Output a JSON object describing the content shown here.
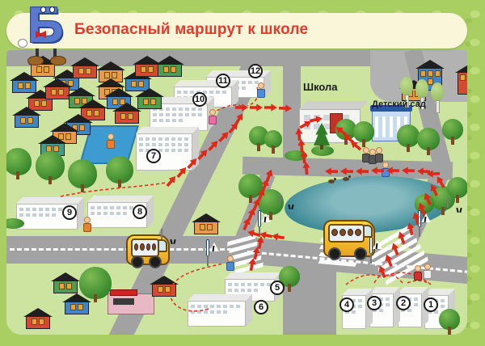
{
  "header": {
    "mascot_letter": "Б",
    "title": "Безопасный маршрут к школе"
  },
  "labels": {
    "school": "Школа",
    "kindergarten": "Детский сад"
  },
  "palette": {
    "page_green": "#a9cf63",
    "banner_cream": "#faf6da",
    "title_red": "#e23b2e",
    "map_green": "#cde4a0",
    "road_gray": "#a2a2a2",
    "route_red": "#e02818",
    "pond_teal": "#3f8b97",
    "sign_red": "#d42222",
    "sign_blue": "#1a4fa8",
    "bus_yellow": "#f0b429"
  },
  "map": {
    "badges": [
      [
        "1",
        525,
        315
      ],
      [
        "2",
        491,
        313
      ],
      [
        "3",
        455,
        313
      ],
      [
        "4",
        421,
        315
      ],
      [
        "5",
        335,
        294
      ],
      [
        "6",
        315,
        318
      ],
      [
        "7",
        182,
        131
      ],
      [
        "8",
        165,
        200
      ],
      [
        "9",
        78,
        201
      ],
      [
        "10",
        239,
        61
      ],
      [
        "11",
        268,
        38
      ],
      [
        "12",
        308,
        26
      ]
    ],
    "apartments": [
      [
        247,
        33,
        72,
        26
      ],
      [
        207,
        45,
        72,
        26
      ],
      [
        177,
        66,
        72,
        34
      ],
      [
        160,
        103,
        70,
        46
      ],
      [
        100,
        188,
        74,
        32
      ],
      [
        12,
        190,
        76,
        32
      ],
      [
        270,
        283,
        62,
        28
      ],
      [
        224,
        310,
        72,
        32
      ],
      [
        517,
        303,
        30,
        42
      ],
      [
        484,
        301,
        30,
        42
      ],
      [
        449,
        301,
        30,
        42
      ],
      [
        415,
        303,
        30,
        42
      ]
    ],
    "houses": [
      [
        30,
        18,
        "o"
      ],
      [
        7,
        38,
        "b"
      ],
      [
        27,
        60,
        "r"
      ],
      [
        10,
        81,
        "b"
      ],
      [
        60,
        35,
        "b"
      ],
      [
        48,
        46,
        "r"
      ],
      [
        82,
        20,
        "r"
      ],
      [
        114,
        25,
        "o"
      ],
      [
        77,
        57,
        "g"
      ],
      [
        92,
        72,
        "r"
      ],
      [
        74,
        90,
        "b"
      ],
      [
        57,
        101,
        "o"
      ],
      [
        42,
        116,
        "t"
      ],
      [
        114,
        46,
        "o"
      ],
      [
        124,
        58,
        "b"
      ],
      [
        134,
        76,
        "r"
      ],
      [
        147,
        36,
        "b"
      ],
      [
        159,
        18,
        "r"
      ],
      [
        187,
        18,
        "g"
      ],
      [
        162,
        58,
        "g"
      ],
      [
        509,
        23,
        "b",
        "two"
      ],
      [
        558,
        28,
        "r",
        "two"
      ],
      [
        489,
        48,
        "o"
      ],
      [
        58,
        286,
        "g"
      ],
      [
        72,
        312,
        "b"
      ],
      [
        24,
        330,
        "r"
      ],
      [
        180,
        290,
        "r"
      ],
      [
        232,
        213,
        "o"
      ]
    ],
    "trees": [
      [
        14,
        138,
        34
      ],
      [
        54,
        143,
        36
      ],
      [
        94,
        153,
        36
      ],
      [
        140,
        148,
        34
      ],
      [
        302,
        168,
        30
      ],
      [
        327,
        188,
        32
      ],
      [
        312,
        106,
        24
      ],
      [
        330,
        110,
        22
      ],
      [
        420,
        98,
        26
      ],
      [
        442,
        101,
        26
      ],
      [
        497,
        106,
        28
      ],
      [
        522,
        110,
        28
      ],
      [
        552,
        98,
        26
      ],
      [
        540,
        183,
        30
      ],
      [
        558,
        170,
        26
      ],
      [
        517,
        190,
        24
      ],
      [
        350,
        280,
        26
      ],
      [
        548,
        333,
        26
      ],
      [
        110,
        288,
        40
      ],
      [
        4,
        218,
        0,
        "bush"
      ],
      [
        387,
        128,
        0,
        "bush"
      ],
      [
        354,
        134,
        0,
        "bush"
      ],
      [
        497,
        43,
        0,
        "birch"
      ],
      [
        516,
        46,
        0,
        "birch"
      ],
      [
        535,
        50,
        0,
        "birch"
      ],
      [
        390,
        100,
        0,
        "fir"
      ]
    ],
    "zebras": [
      [
        278,
        232,
        36,
        46,
        -15,
        5
      ],
      [
        388,
        234,
        46,
        26,
        5,
        4
      ],
      [
        456,
        228,
        60,
        58,
        -30,
        6
      ]
    ],
    "signs": [
      [
        "warn",
        192,
        221
      ],
      [
        "warn",
        338,
        178
      ],
      [
        "warn",
        546,
        182
      ],
      [
        "ped",
        248,
        236
      ],
      [
        "ped",
        312,
        200
      ],
      [
        "ped",
        450,
        233
      ],
      [
        "ped",
        510,
        200
      ]
    ],
    "buses": [
      [
        148,
        228,
        54,
        38
      ],
      [
        392,
        210,
        64,
        46
      ]
    ],
    "figures": [
      [
        250,
        73,
        "p"
      ],
      [
        310,
        40,
        "lb"
      ],
      [
        95,
        206,
        "o"
      ],
      [
        272,
        254,
        "lb"
      ],
      [
        464,
        138,
        "lb"
      ],
      [
        504,
        266,
        "r"
      ],
      [
        516,
        264,
        "w"
      ],
      [
        440,
        120,
        "m"
      ],
      [
        448,
        122,
        "m"
      ],
      [
        456,
        120,
        "m"
      ],
      [
        124,
        103,
        "o"
      ]
    ],
    "ducks": [
      [
        398,
        160
      ],
      [
        416,
        157
      ]
    ],
    "arrows": [
      [
        291,
        71,
        0
      ],
      [
        309,
        71,
        0
      ],
      [
        327,
        71,
        0
      ],
      [
        345,
        72,
        2
      ],
      [
        204,
        162,
        -50
      ],
      [
        217,
        151,
        -49
      ],
      [
        230,
        140,
        -48
      ],
      [
        243,
        129,
        -47
      ],
      [
        256,
        118,
        -46
      ],
      [
        269,
        107,
        -46
      ],
      [
        281,
        96,
        -50
      ],
      [
        288,
        85,
        -58
      ],
      [
        371,
        146,
        -95
      ],
      [
        368,
        132,
        -95
      ],
      [
        365,
        118,
        -95
      ],
      [
        362,
        104,
        -95
      ],
      [
        370,
        92,
        -30
      ],
      [
        383,
        86,
        -12
      ],
      [
        432,
        118,
        -140
      ],
      [
        423,
        109,
        -140
      ],
      [
        414,
        100,
        -142
      ],
      [
        516,
        150,
        183
      ],
      [
        497,
        149,
        182
      ],
      [
        478,
        149,
        181
      ],
      [
        459,
        149,
        181
      ],
      [
        440,
        150,
        181
      ],
      [
        421,
        150,
        181
      ],
      [
        402,
        150,
        182
      ],
      [
        500,
        221,
        -103
      ],
      [
        507,
        208,
        -106
      ],
      [
        514,
        196,
        -110
      ],
      [
        521,
        184,
        -113
      ],
      [
        529,
        173,
        -117
      ],
      [
        537,
        163,
        -122
      ],
      [
        528,
        153,
        178
      ],
      [
        465,
        274,
        -113
      ],
      [
        473,
        260,
        -112
      ],
      [
        481,
        246,
        -111
      ],
      [
        489,
        232,
        -110
      ],
      [
        304,
        265,
        -78
      ],
      [
        309,
        251,
        -78
      ],
      [
        314,
        238,
        -80
      ],
      [
        336,
        231,
        190
      ],
      [
        321,
        229,
        193
      ],
      [
        306,
        227,
        196
      ],
      [
        297,
        215,
        -68
      ],
      [
        303,
        203,
        -68
      ],
      [
        309,
        191,
        -68
      ],
      [
        315,
        179,
        -68
      ],
      [
        320,
        167,
        -69
      ],
      [
        325,
        155,
        -70
      ]
    ],
    "routes_dashed": [
      "M67,181 C112,171 162,170 197,164",
      "M254,78 C277,66 287,66 294,71",
      "M310,46 C314,58 307,66 298,69",
      "M250,320 C207,333 187,298 217,280 C232,271 252,268 268,264",
      "M420,290 Q442,273 464,280",
      "M455,288 Q462,276 466,280",
      "M490,288 Q477,273 468,280",
      "M525,290 Q497,268 470,279",
      "M496,288 Q510,282 524,289"
    ]
  }
}
